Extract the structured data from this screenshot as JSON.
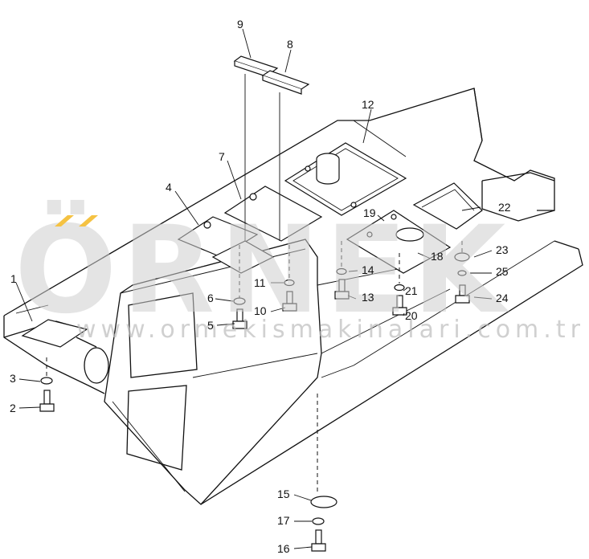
{
  "watermark": {
    "brand": "ÖRNEK",
    "url": "www.ormekismakinalari.com.tr"
  },
  "callouts": {
    "c1": "1",
    "c2": "2",
    "c3": "3",
    "c4": "4",
    "c5": "5",
    "c6": "6",
    "c7": "7",
    "c8": "8",
    "c9": "9",
    "c10": "10",
    "c11": "11",
    "c12": "12",
    "c13": "13",
    "c14": "14",
    "c15": "15",
    "c16": "16",
    "c17": "17",
    "c18": "18",
    "c19": "19",
    "c20": "20",
    "c21": "21",
    "c22": "22",
    "c23": "23",
    "c24": "24",
    "c25": "25"
  },
  "colors": {
    "ink": "#111111",
    "watermark": "#cfcfcf",
    "accent": "#f5c242"
  }
}
